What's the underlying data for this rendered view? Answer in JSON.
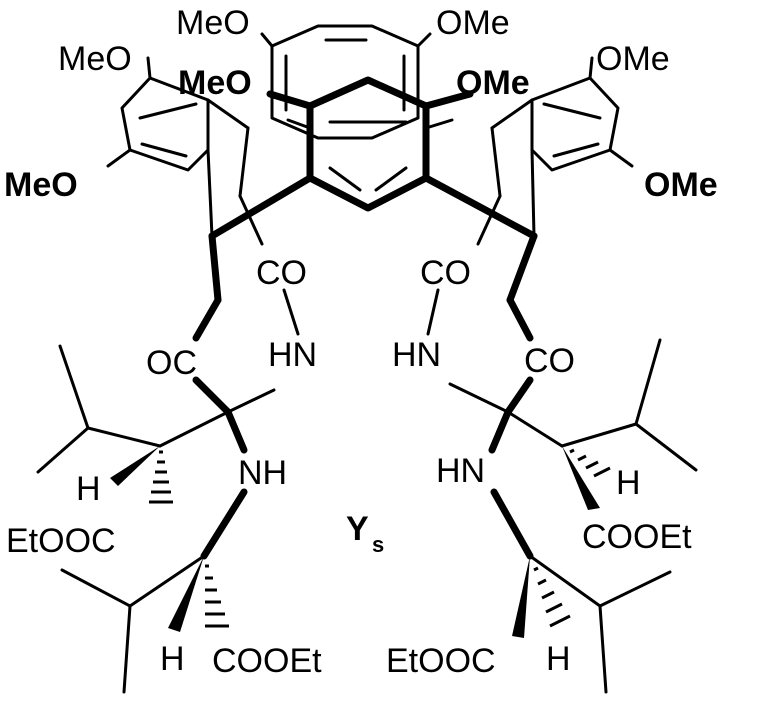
{
  "compound_label": {
    "main": "Y",
    "sub": "s"
  },
  "labels": {
    "meo_top_left": "MeO",
    "ome_top_right": "OMe",
    "meo_left_upper": "MeO",
    "meo_bold_left": "MeO",
    "ome_bold_right": "OMe",
    "ome_right_upper": "OMe",
    "meo_left_bold": "MeO",
    "ome_right_bold": "OMe",
    "co_left": "CO",
    "co_right": "CO",
    "oc_left": "OC",
    "co_right_lower": "CO",
    "hn_left": "HN",
    "hn_right": "HN",
    "nh_left": "NH",
    "hn_right_lower": "HN",
    "h_left": "H",
    "h_right": "H",
    "etooc_left": "EtOOC",
    "cooet_right": "COOEt",
    "h_bottom_left": "H",
    "cooet_bottom": "COOEt",
    "etooc_bottom": "EtOOC",
    "h_bottom_right": "H"
  }
}
